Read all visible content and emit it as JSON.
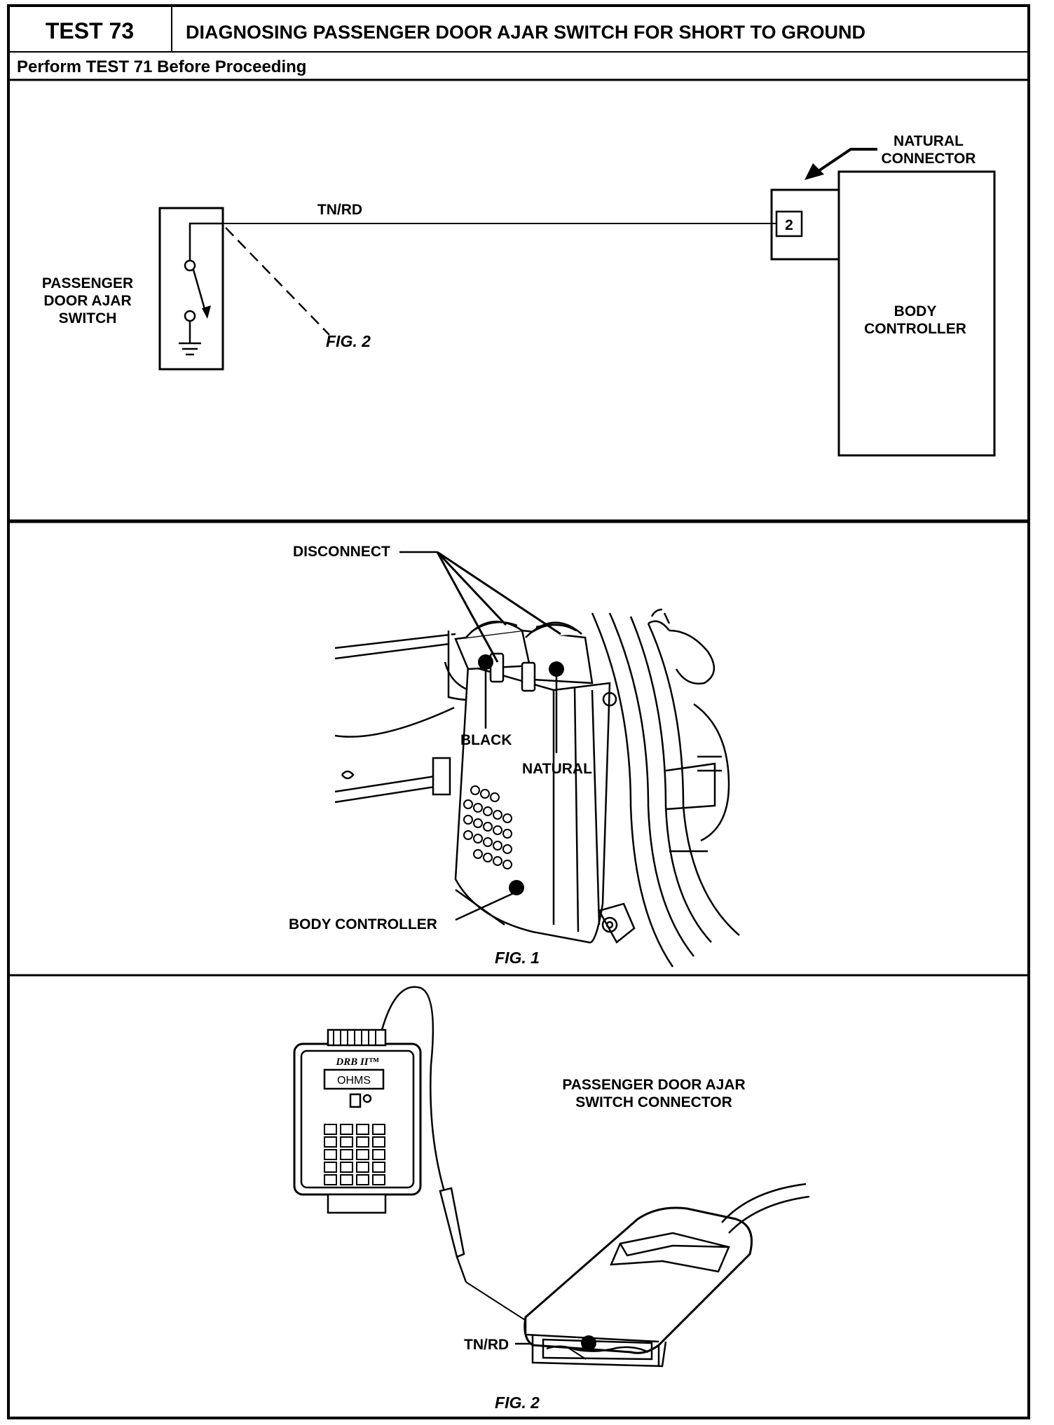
{
  "header": {
    "test_number": "TEST 73",
    "title": "DIAGNOSING PASSENGER DOOR AJAR SWITCH FOR SHORT TO GROUND",
    "prerequisite": "Perform TEST 71 Before Proceeding"
  },
  "schematic": {
    "switch_label": [
      "PASSENGER",
      "DOOR AJAR",
      "SWITCH"
    ],
    "wire_label": "TN/RD",
    "fig_ref": "FIG. 2",
    "connector_label": [
      "NATURAL",
      "CONNECTOR"
    ],
    "pin_number": "2",
    "controller_label": [
      "BODY",
      "CONTROLLER"
    ]
  },
  "figure1": {
    "disconnect_label": "DISCONNECT",
    "black_label": "BLACK",
    "natural_label": "NATURAL",
    "body_controller_label": "BODY CONTROLLER",
    "caption": "FIG. 1"
  },
  "figure2": {
    "tester_brand": "DRB II™",
    "tester_display": "OHMS",
    "connector_label": [
      "PASSENGER DOOR AJAR",
      "SWITCH CONNECTOR"
    ],
    "wire_label": "TN/RD",
    "caption": "FIG. 2"
  }
}
